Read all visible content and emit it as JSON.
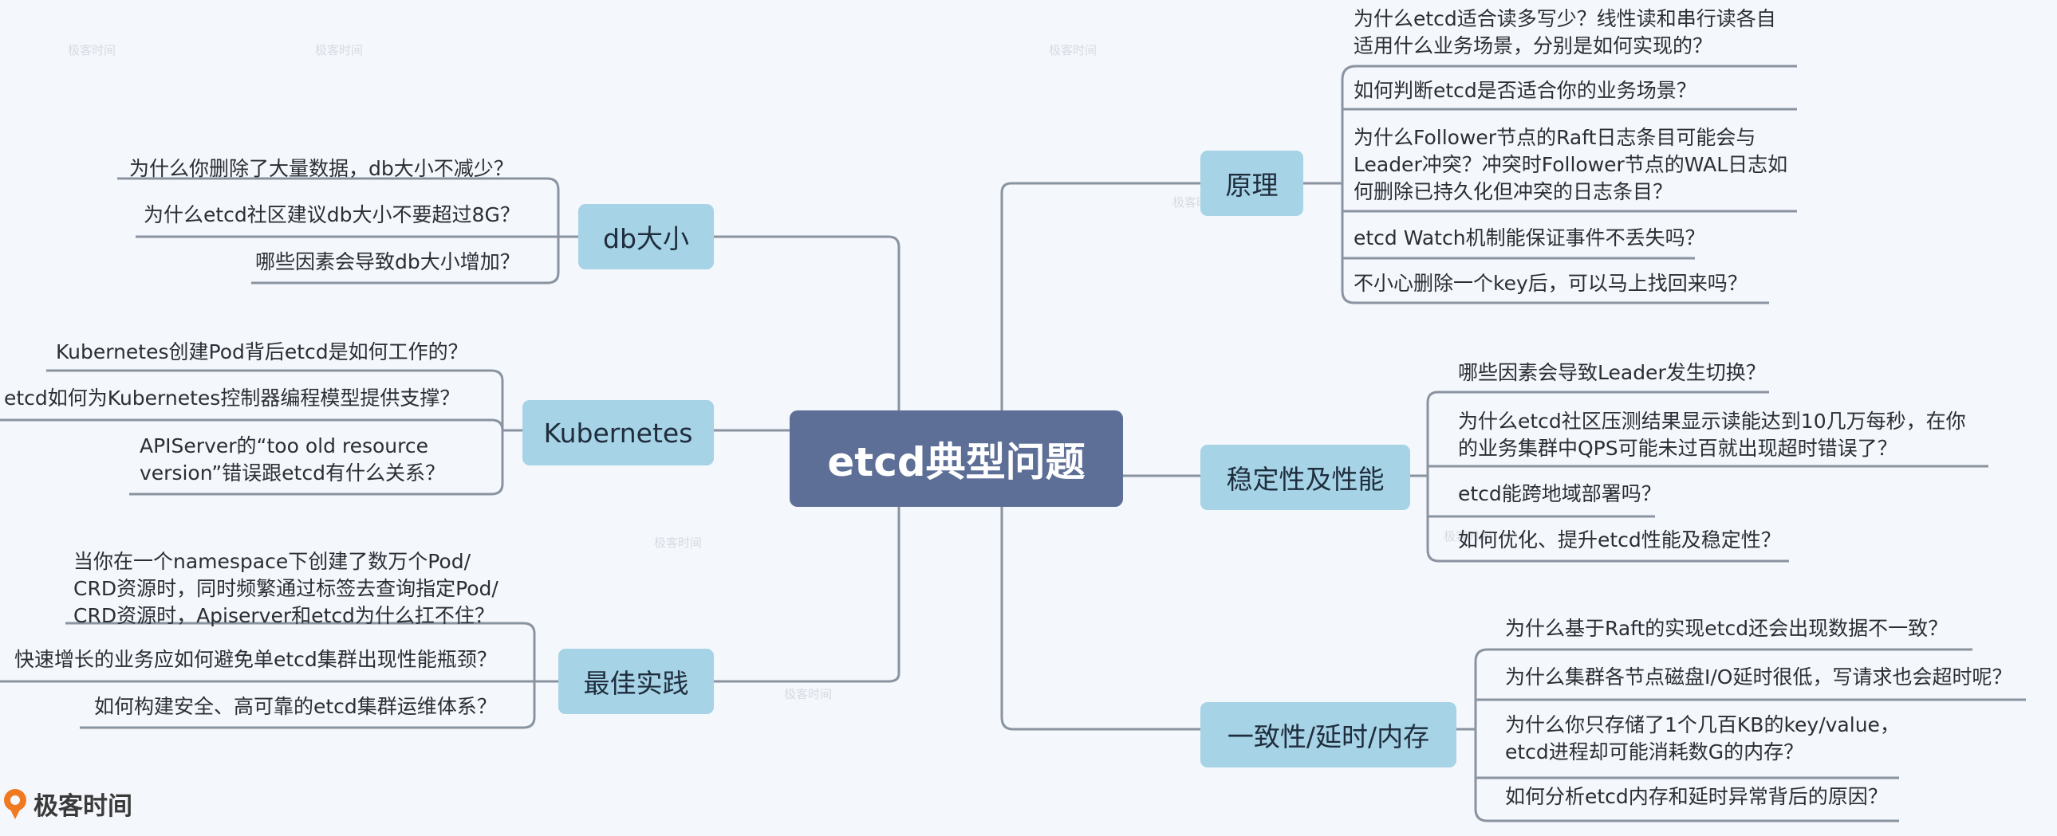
{
  "root": {
    "label": "etcd典型问题"
  },
  "branches": {
    "principle": {
      "label": "原理",
      "leaves": [
        [
          "为什么etcd适合读多写少？线性读和串行读各自",
          "适用什么业务场景，分别是如何实现的？"
        ],
        [
          "如何判断etcd是否适合你的业务场景？"
        ],
        [
          "为什么Follower节点的Raft日志条目可能会与",
          "Leader冲突？冲突时Follower节点的WAL日志如",
          "何删除已持久化但冲突的日志条目？"
        ],
        [
          "etcd Watch机制能保证事件不丢失吗？"
        ],
        [
          "不小心删除一个key后，可以马上找回来吗？"
        ]
      ]
    },
    "stability": {
      "label": "稳定性及性能",
      "leaves": [
        [
          "哪些因素会导致Leader发生切换？"
        ],
        [
          "为什么etcd社区压测结果显示读能达到10几万每秒，在你",
          "的业务集群中QPS可能未过百就出现超时错误了？"
        ],
        [
          "etcd能跨地域部署吗？"
        ],
        [
          "如何优化、提升etcd性能及稳定性？"
        ]
      ]
    },
    "consistency": {
      "label": "一致性/延时/内存",
      "leaves": [
        [
          "为什么基于Raft的实现etcd还会出现数据不一致？"
        ],
        [
          "为什么集群各节点磁盘I/O延时很低，写请求也会超时呢？"
        ],
        [
          "为什么你只存储了1个几百KB的key/value，",
          "etcd进程却可能消耗数G的内存？"
        ],
        [
          "如何分析etcd内存和延时异常背后的原因？"
        ]
      ]
    },
    "dbsize": {
      "label": "db大小",
      "leaves": [
        [
          "为什么你删除了大量数据，db大小不减少？"
        ],
        [
          "为什么etcd社区建议db大小不要超过8G？"
        ],
        [
          "哪些因素会导致db大小增加？"
        ]
      ]
    },
    "kubernetes": {
      "label": "Kubernetes",
      "leaves": [
        [
          "Kubernetes创建Pod背后etcd是如何工作的？"
        ],
        [
          "etcd如何为Kubernetes控制器编程模型提供支撑？"
        ],
        [
          "APIServer的“too old resource",
          "version”错误跟etcd有什么关系？"
        ]
      ]
    },
    "bestpractice": {
      "label": "最佳实践",
      "leaves": [
        [
          "当你在一个namespace下创建了数万个Pod/",
          "CRD资源时，同时频繁通过标签去查询指定Pod/",
          "CRD资源时，Apiserver和etcd为什么扛不住？"
        ],
        [
          "快速增长的业务应如何避免单etcd集群出现性能瓶颈？"
        ],
        [
          "如何构建安全、高可靠的etcd集群运维体系？"
        ]
      ]
    }
  },
  "watermark": "极客时间",
  "logo": {
    "text": "极客时间"
  },
  "colors": {
    "root": "#5d6f96",
    "branch": "#a6d3e6",
    "line": "#8a93a0",
    "logo": "#f07a22"
  }
}
